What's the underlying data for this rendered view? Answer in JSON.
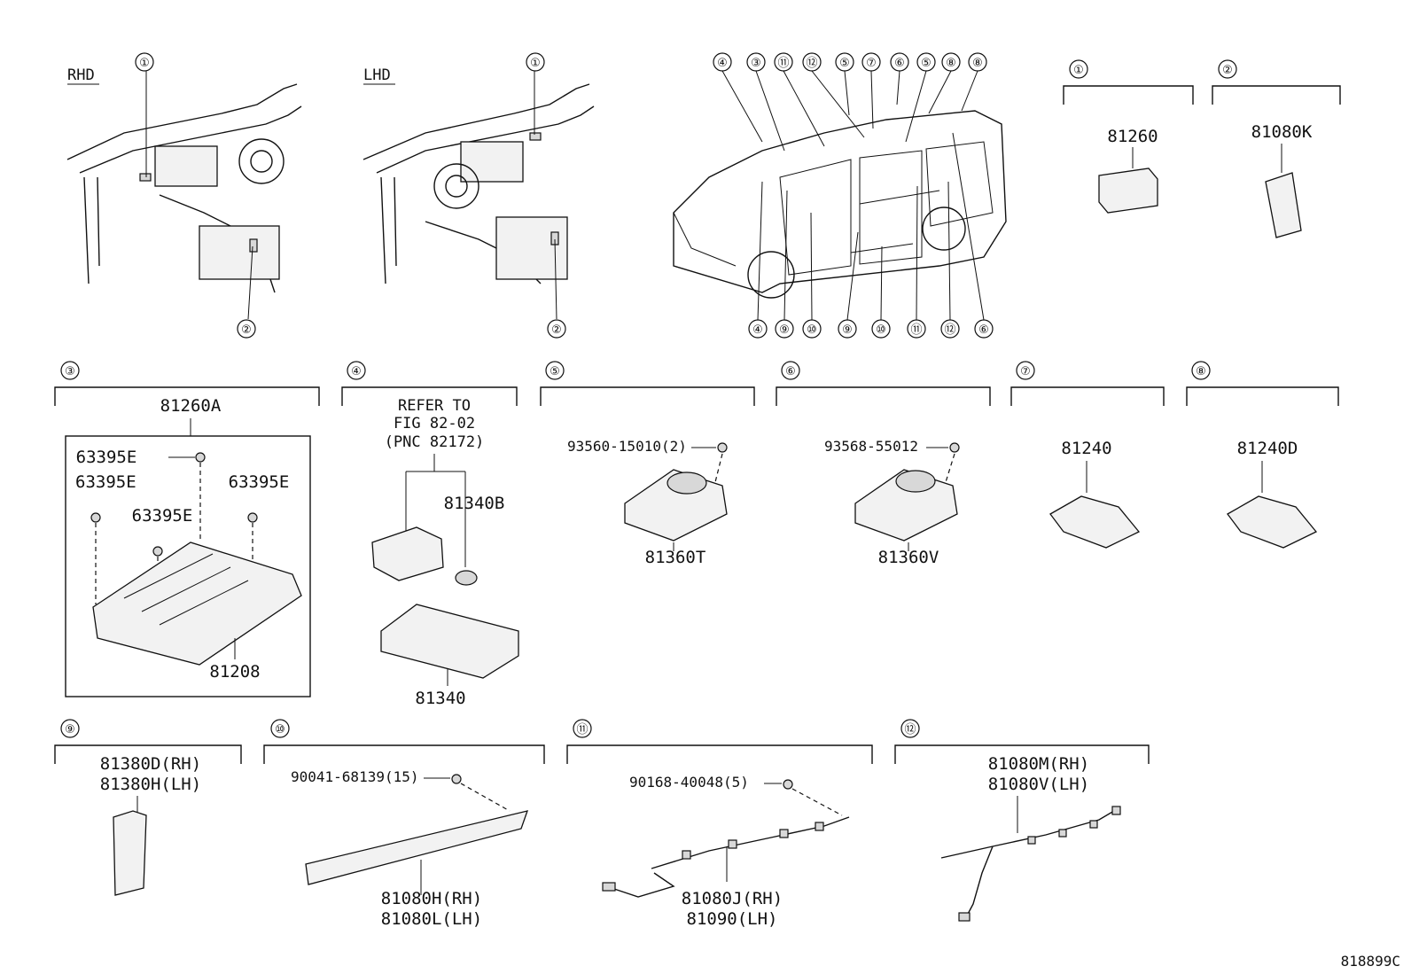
{
  "views": {
    "rhd_label": "RHD",
    "lhd_label": "LHD"
  },
  "callouts": {
    "rhd_top": "①",
    "rhd_bottom": "②",
    "lhd_top": "①",
    "lhd_bottom": "②",
    "van_top": [
      "④",
      "③",
      "⑪",
      "⑫",
      "⑤",
      "⑦",
      "⑥",
      "⑤",
      "⑧",
      "⑧"
    ],
    "van_bottom": [
      "④",
      "⑨",
      "⑩",
      "⑨",
      "⑩",
      "⑪",
      "⑫",
      "⑥"
    ]
  },
  "groups": [
    {
      "id": "1",
      "circle": "①",
      "parts": [
        "81260"
      ]
    },
    {
      "id": "2",
      "circle": "②",
      "parts": [
        "81080K"
      ]
    },
    {
      "id": "3",
      "circle": "③",
      "parts": [
        "81260A",
        "63395E",
        "63395E",
        "63395E",
        "63395E",
        "81208"
      ]
    },
    {
      "id": "4",
      "circle": "④",
      "note": [
        "REFER TO",
        "FIG 82-02",
        "(PNC 82172)"
      ],
      "parts": [
        "81340B",
        "81340"
      ]
    },
    {
      "id": "5",
      "circle": "⑤",
      "parts": [
        "93560-15010(2)",
        "81360T"
      ]
    },
    {
      "id": "6",
      "circle": "⑥",
      "parts": [
        "93568-55012",
        "81360V"
      ]
    },
    {
      "id": "7",
      "circle": "⑦",
      "parts": [
        "81240"
      ]
    },
    {
      "id": "8",
      "circle": "⑧",
      "parts": [
        "81240D"
      ]
    },
    {
      "id": "9",
      "circle": "⑨",
      "parts": [
        "81380D(RH)",
        "81380H(LH)"
      ]
    },
    {
      "id": "10",
      "circle": "⑩",
      "parts": [
        "90041-68139(15)",
        "81080H(RH)",
        "81080L(LH)"
      ]
    },
    {
      "id": "11",
      "circle": "⑪",
      "parts": [
        "90168-40048(5)",
        "81080J(RH)",
        "81090(LH)"
      ]
    },
    {
      "id": "12",
      "circle": "⑫",
      "parts": [
        "81080M(RH)",
        "81080V(LH)"
      ]
    }
  ],
  "figure_code": "818899C"
}
